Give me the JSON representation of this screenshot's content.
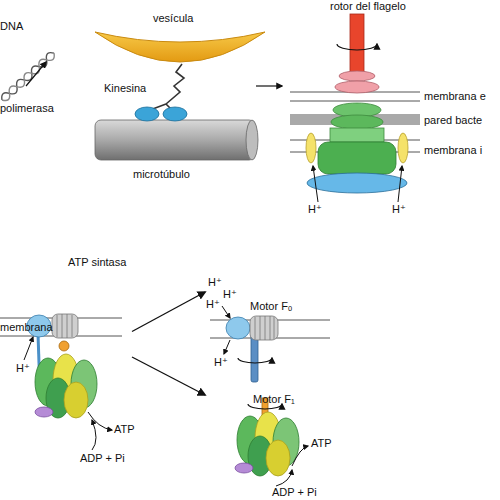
{
  "diagram": {
    "nodes": [
      {
        "text": [
          "ATP sintasa"
        ]
      },
      {
        "text": [
          "Motor Fₒ"
        ]
      },
      {
        "text": [
          "Motor F₁"
        ]
      }
    ],
    "edges": [
      {
        "from": 0,
        "to": 1,
        "arrow": "to"
      },
      {
        "from": 0,
        "to": 2,
        "arrow": "to"
      }
    ],
    "labels": [
      "DNA",
      "polimerasa",
      "vesícula",
      "Kinesina",
      "microtúbulo",
      "rotor del flagelo",
      "membrana e",
      "pared bacte",
      "membrana i",
      "H⁺",
      "H⁺",
      "membrana",
      "H⁺",
      "ATP",
      "ADP + Pi",
      "H⁺",
      "H⁺",
      "H⁺",
      "H⁺",
      "ATP",
      "ADP + Pi"
    ]
  }
}
